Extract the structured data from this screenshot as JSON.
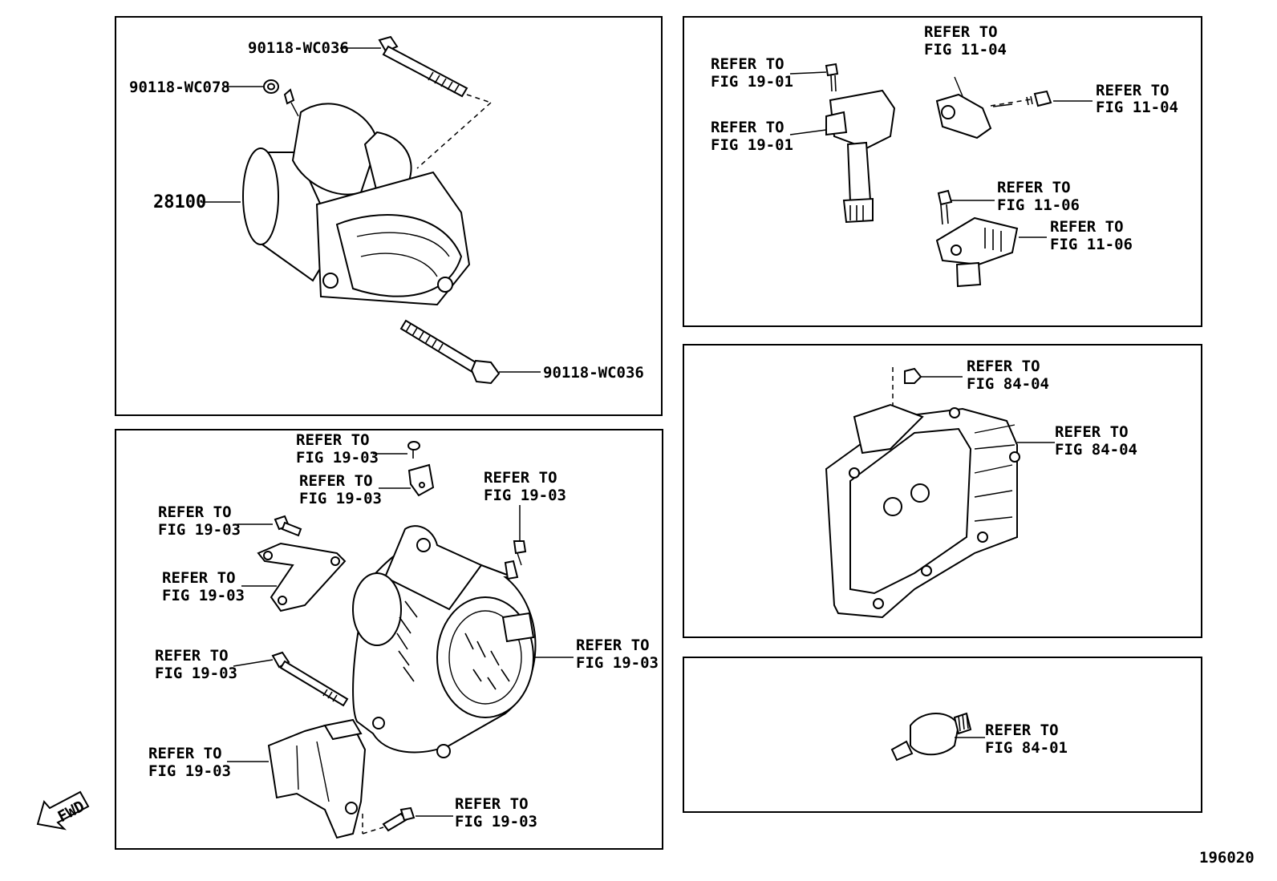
{
  "figure_id": "196020",
  "fwd_label": "FWD",
  "starter": {
    "bolt_top": "90118-WC036",
    "nut": "90118-WC078",
    "starter_assy": "28100",
    "bolt_bottom": "90118-WC036"
  },
  "ignition": {
    "coil_bolt_line1": "REFER TO",
    "coil_bolt_line2": "FIG 19-01",
    "coil_line1": "REFER TO",
    "coil_line2": "FIG 19-01",
    "cam_sensor_line1": "REFER TO",
    "cam_sensor_line2": "FIG 11-04",
    "cam_bolt_line1": "REFER TO",
    "cam_bolt_line2": "FIG 11-04",
    "crank_bolt_line1": "REFER TO",
    "crank_bolt_line2": "FIG 11-06",
    "crank_sensor_line1": "REFER TO",
    "crank_sensor_line2": "FIG 11-06"
  },
  "alternator": {
    "screw_line1": "REFER TO",
    "screw_line2": "FIG 19-03",
    "clip_line1": "REFER TO",
    "clip_line2": "FIG 19-03",
    "nut_line1": "REFER TO",
    "nut_line2": "FIG 19-03",
    "bracket_bolt_line1": "REFER TO",
    "bracket_bolt_line2": "FIG 19-03",
    "bracket_line1": "REFER TO",
    "bracket_line2": "FIG 19-03",
    "long_bolt_line1": "REFER TO",
    "long_bolt_line2": "FIG 19-03",
    "alt_assy_line1": "REFER TO",
    "alt_assy_line2": "FIG 19-03",
    "lower_bracket_line1": "REFER TO",
    "lower_bracket_line2": "FIG 19-03",
    "lower_bolt_line1": "REFER TO",
    "lower_bolt_line2": "FIG 19-03"
  },
  "ecu": {
    "nut_line1": "REFER TO",
    "nut_line2": "FIG 84-04",
    "ecu_line1": "REFER TO",
    "ecu_line2": "FIG 84-04"
  },
  "oil_switch": {
    "line1": "REFER TO",
    "line2": "FIG 84-01"
  }
}
